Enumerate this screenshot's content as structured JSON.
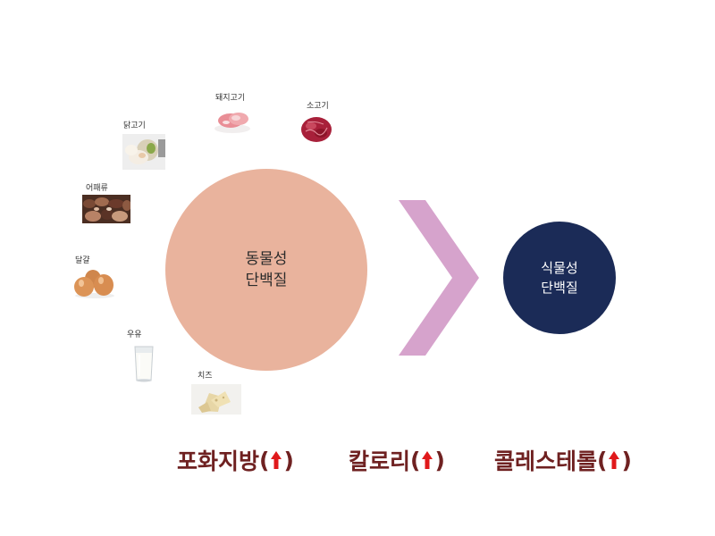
{
  "animal_protein": {
    "label_line1": "동물성",
    "label_line2": "단백질",
    "color": "#e9b39d"
  },
  "plant_protein": {
    "label_line1": "식물성",
    "label_line2": "단백질",
    "color": "#1b2b57"
  },
  "arrow_color": "#d6a3cc",
  "foods": [
    {
      "label": "돼지고기",
      "icon": "pork-icon"
    },
    {
      "label": "소고기",
      "icon": "beef-icon"
    },
    {
      "label": "닭고기",
      "icon": "chicken-icon"
    },
    {
      "label": "어패류",
      "icon": "seafood-icon"
    },
    {
      "label": "달걀",
      "icon": "eggs-icon"
    },
    {
      "label": "우유",
      "icon": "milk-icon"
    },
    {
      "label": "치즈",
      "icon": "cheese-icon"
    }
  ],
  "effects": [
    {
      "text": "포화지방",
      "open": "(",
      "close": ")",
      "icon": "up-arrow-icon"
    },
    {
      "text": "칼로리",
      "open": "(",
      "close": ")",
      "icon": "up-arrow-icon"
    },
    {
      "text": "콜레스테롤",
      "open": "(",
      "close": ")",
      "icon": "up-arrow-icon"
    }
  ],
  "effect_color": "#6f2121",
  "up_arrow_color": "#e0191b"
}
